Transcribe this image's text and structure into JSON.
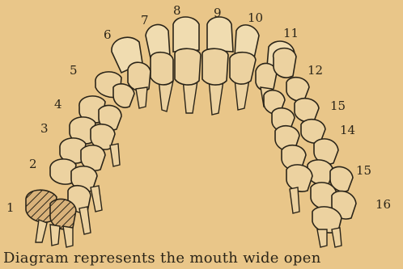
{
  "caption": "Diagram represents the mouth wide open",
  "tooth_numbers": [
    "1",
    "2",
    "3",
    "4",
    "5",
    "6",
    "7",
    "8",
    "9",
    "10",
    "11",
    "12",
    "15",
    "14",
    "15",
    "16"
  ],
  "colors": {
    "paper": "#e9c689",
    "ink": "#2a2418",
    "tooth": "#ecd2a0"
  }
}
